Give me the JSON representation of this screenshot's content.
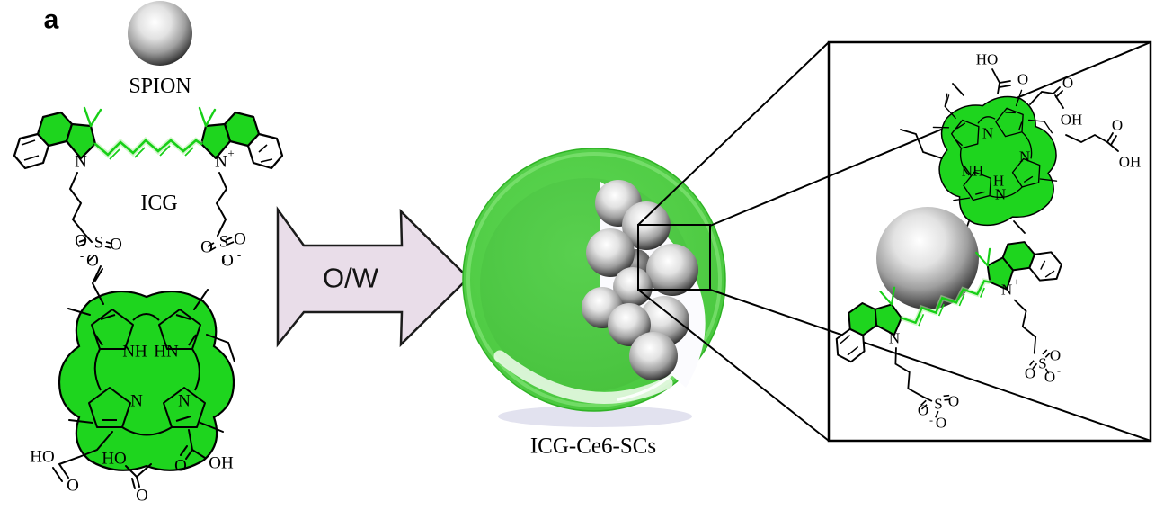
{
  "panel_label": "a",
  "spion": {
    "label": "SPION"
  },
  "icg": {
    "label": "ICG",
    "atoms": {
      "n": "N",
      "plus": "+",
      "s": "S",
      "o": "O",
      "minus": "-"
    }
  },
  "ce6": {
    "atoms": {
      "nh": "NH",
      "hn": "HN",
      "n": "N",
      "h": "H"
    },
    "groups": {
      "ho": "HO",
      "oh": "OH",
      "o": "O"
    }
  },
  "arrow": {
    "label": "O/W"
  },
  "product": {
    "label": "ICG-Ce6-SCs"
  },
  "colors": {
    "molecule_green": "#1ed51e",
    "nanoparticle_green": "#50cc45",
    "arrow_fill": "#e9dde9",
    "spion_gray": "#9f9f9f",
    "shadow": "#e2e2ef",
    "outline": "#000000"
  }
}
